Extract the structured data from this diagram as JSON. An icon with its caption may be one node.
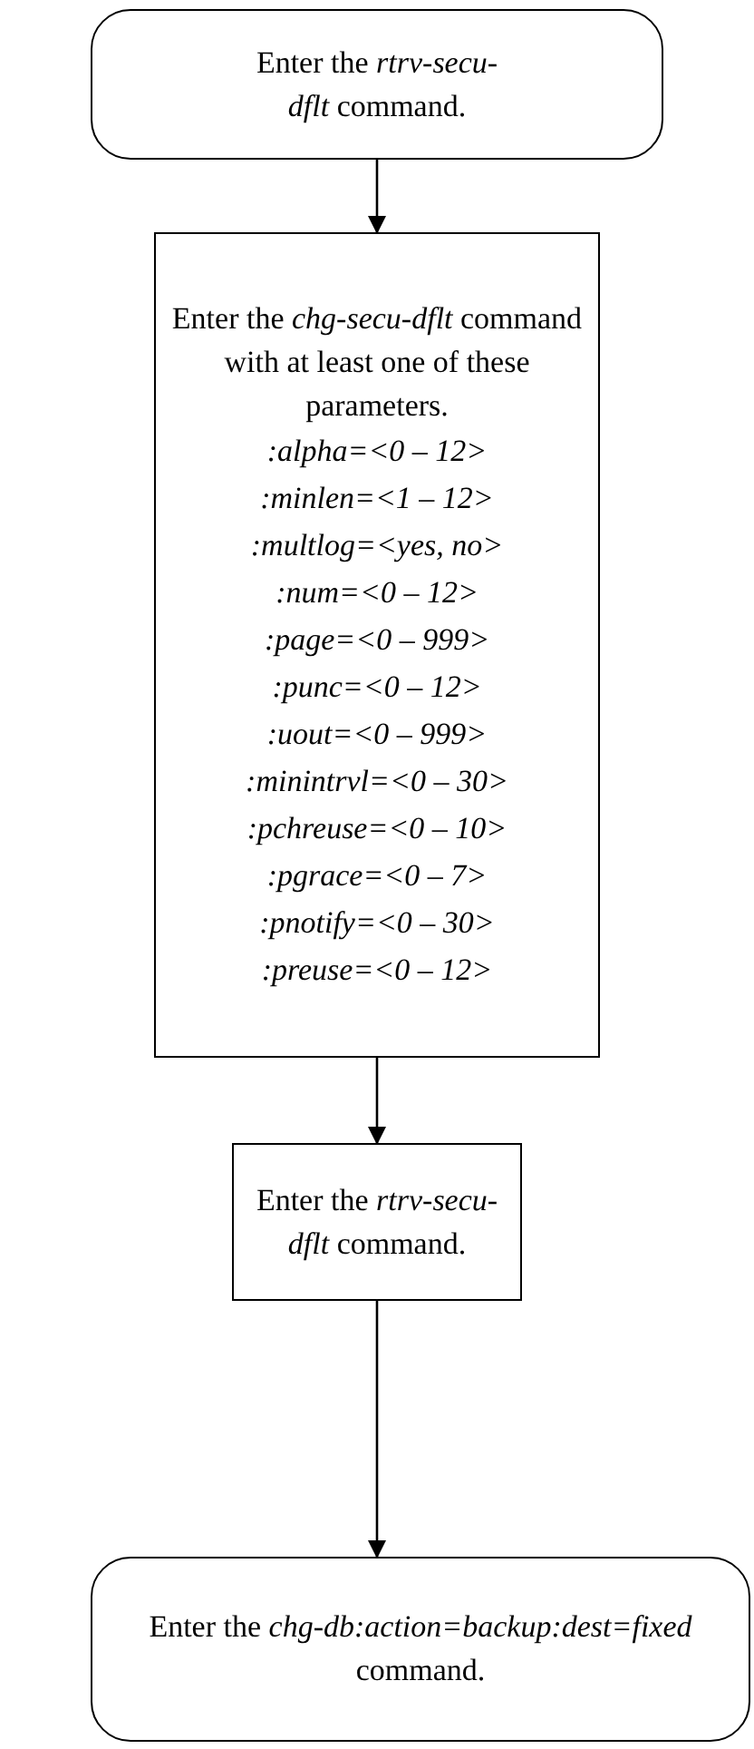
{
  "diagram": {
    "nodes": [
      {
        "text": [
          "Enter the *rtrv-secu-dflt* command."
        ]
      },
      {
        "text": [
          "Enter the *chg-secu-dflt* command with at least one of these parameters.",
          ":alpha=<0 – 12>",
          ":minlen=<1 – 12>",
          ":multlog=<yes, no>",
          ":num=<0 – 12>",
          ":page=<0 – 999>",
          ":punc=<0 – 12>",
          ":uout=<0 – 999>",
          ":minintrvl=<0 – 30>",
          ":pchreuse=<0 – 10>",
          ":pgrace=<0 – 7>",
          ":pnotify=<0 – 30>",
          ":preuse=<0 – 12>"
        ]
      },
      {
        "text": [
          "Enter the *rtrv-secu-dflt* command."
        ]
      },
      {
        "text": [
          "Enter the *chg-db:action=backup:dest=fixed* command."
        ]
      }
    ],
    "edges": [
      {
        "from": 0,
        "to": 1,
        "arrow": "to"
      },
      {
        "from": 1,
        "to": 2,
        "arrow": "to"
      },
      {
        "from": 2,
        "to": 3,
        "arrow": "to"
      }
    ]
  }
}
